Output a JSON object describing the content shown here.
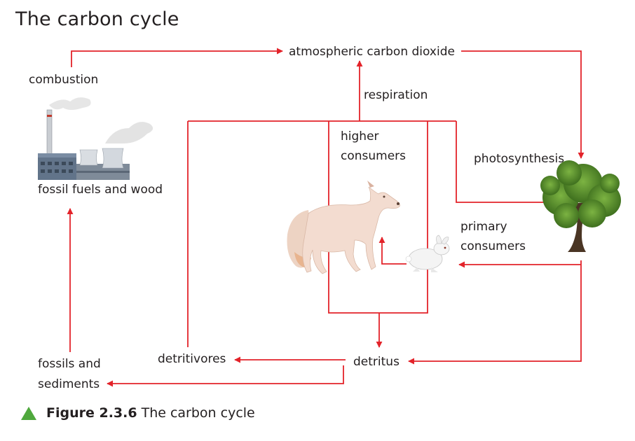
{
  "title": "The carbon cycle",
  "labels": {
    "atmosphere": "atmospheric carbon dioxide",
    "combustion": "combustion",
    "respiration": "respiration",
    "higher_consumers_1": "higher",
    "higher_consumers_2": "consumers",
    "photosynthesis": "photosynthesis",
    "fossil_fuels": "fossil fuels and wood",
    "primary_consumers_1": "primary",
    "primary_consumers_2": "consumers",
    "detritivores": "detritivores",
    "detritus": "detritus",
    "fossils_1": "fossils and",
    "fossils_2": "sediments"
  },
  "caption": {
    "figure": "Figure 2.3.6",
    "text": "The carbon cycle"
  },
  "colors": {
    "arrow": "#e3232a",
    "caption_marker": "#4fa83d"
  },
  "icons": [
    "factory-icon",
    "fox-icon",
    "rabbit-icon",
    "tree-icon"
  ]
}
